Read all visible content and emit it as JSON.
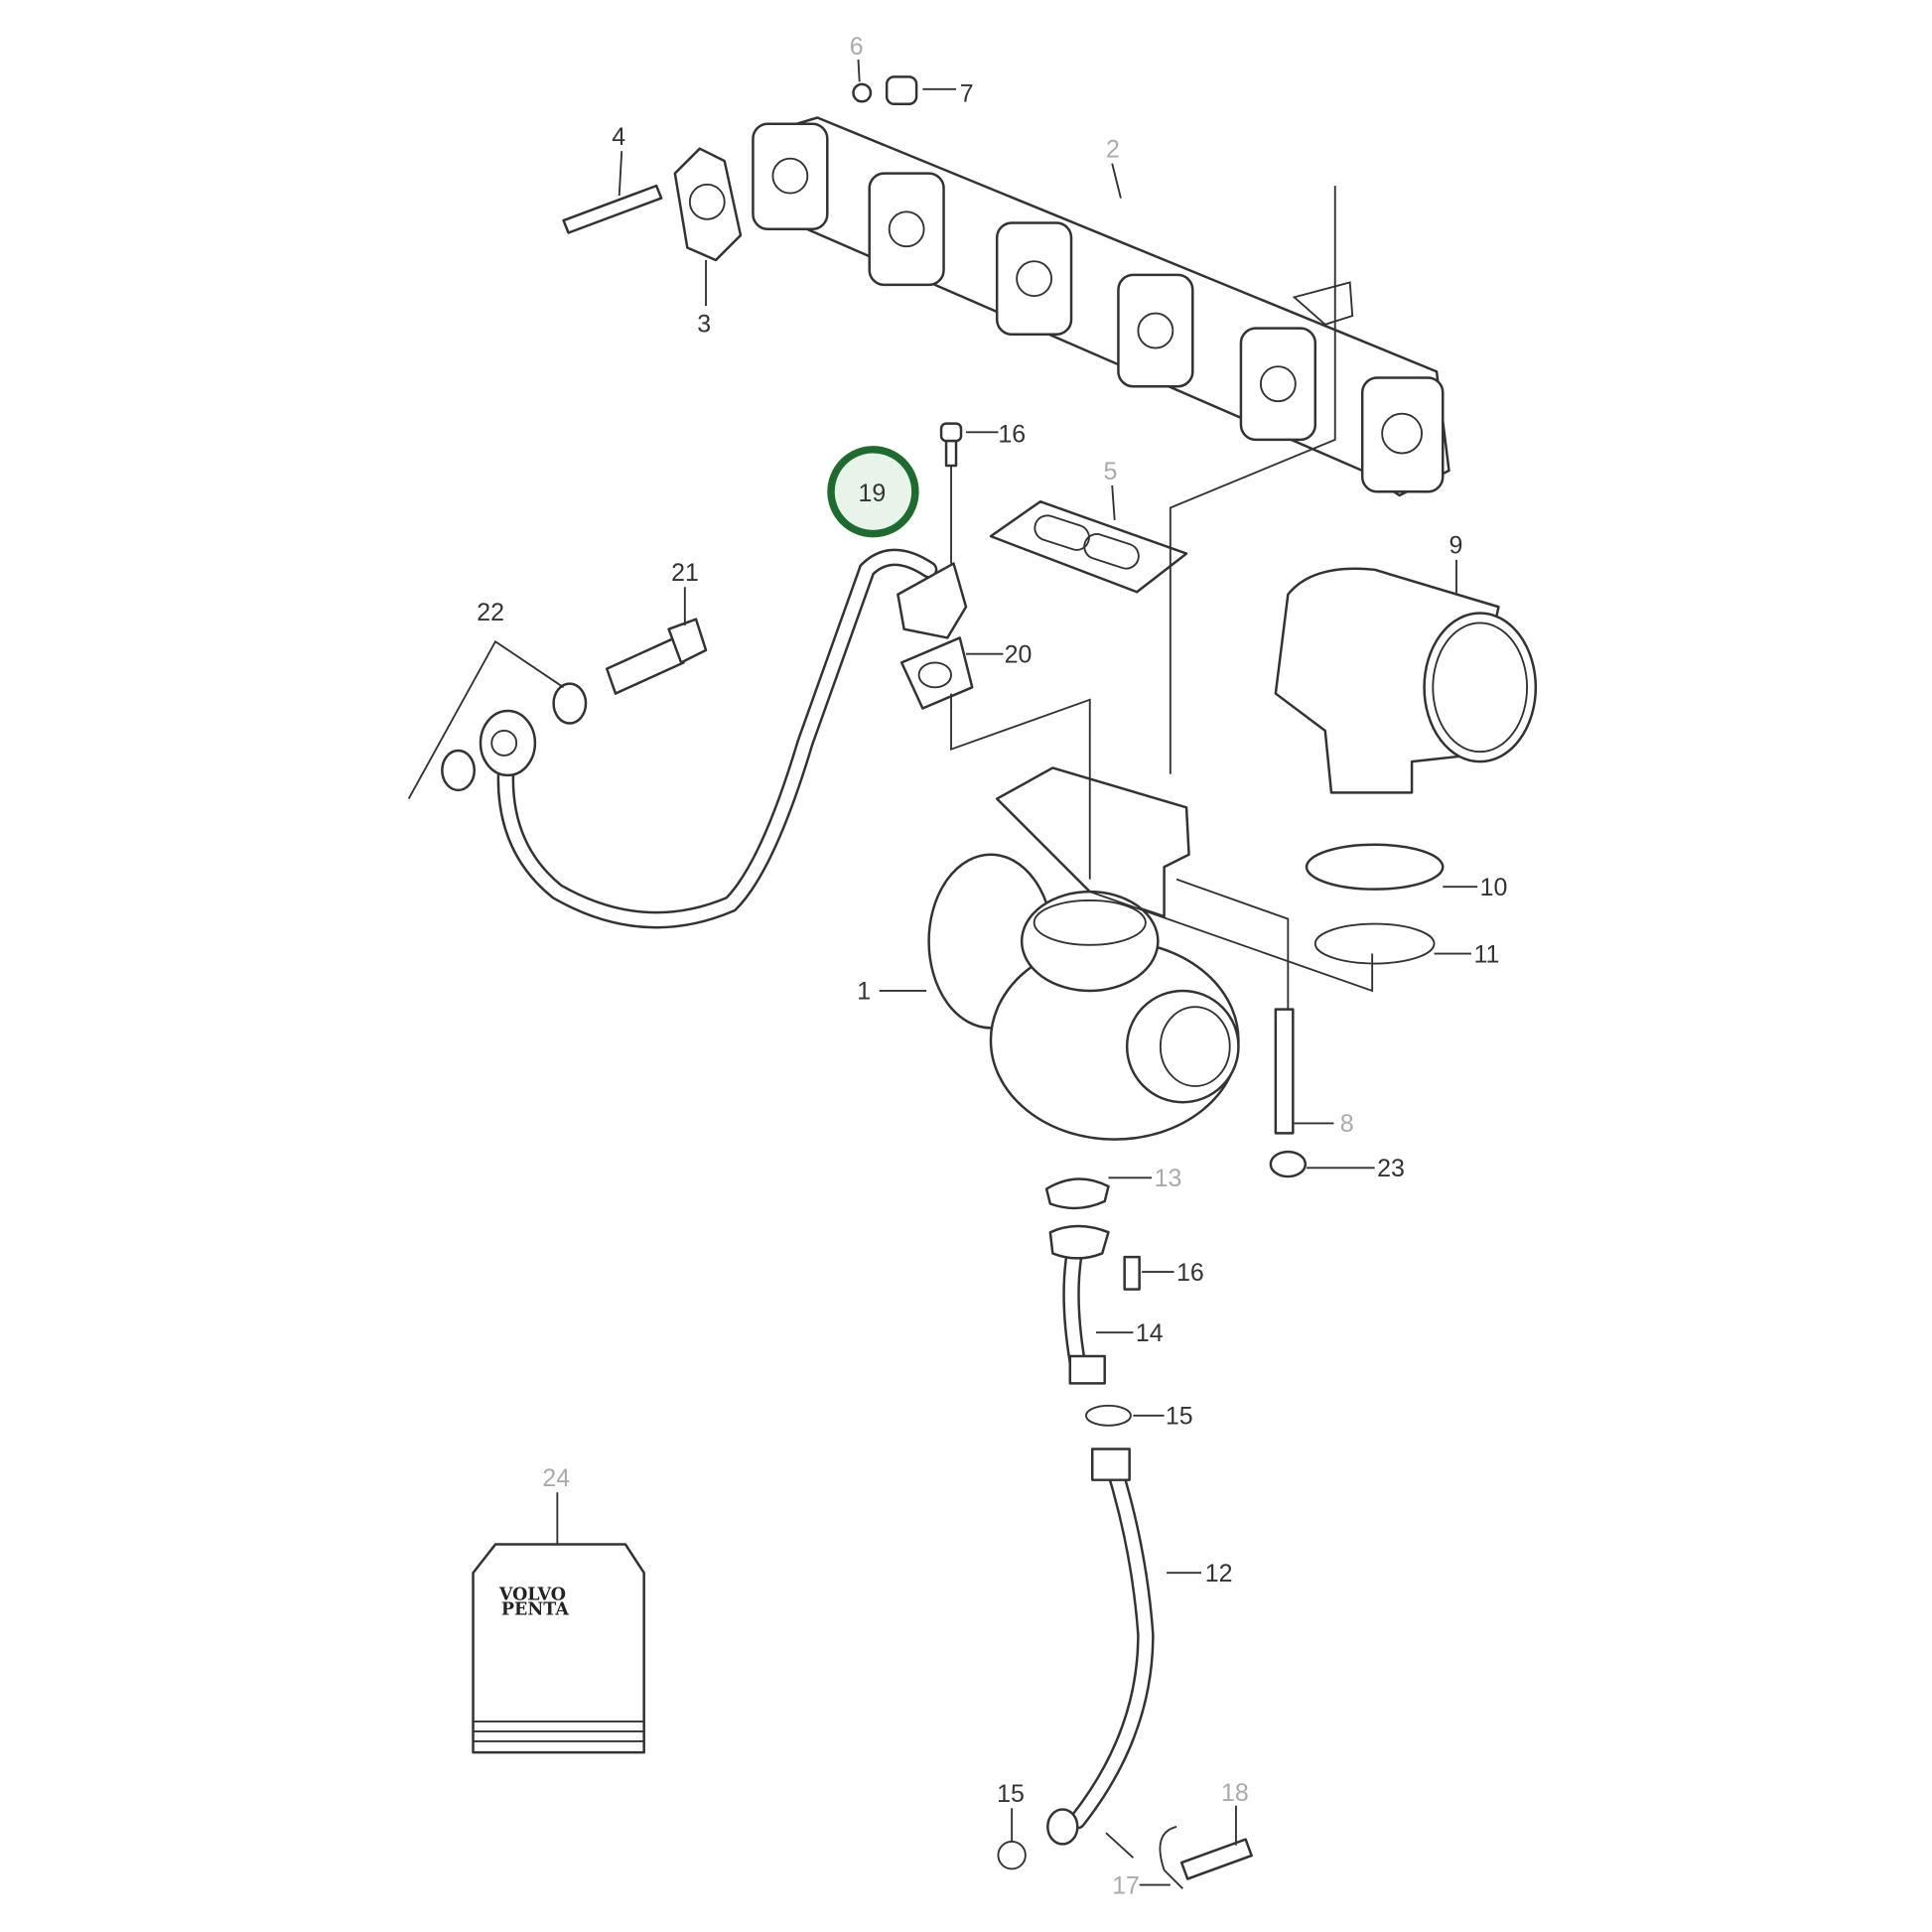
{
  "diagram": {
    "highlighted_part": "19",
    "highlight_color": "#1e6b2e",
    "highlight_fill": "#e8f3ea",
    "logo_text": [
      "VOLVO",
      "PENTA"
    ],
    "callouts": [
      {
        "id": "c6",
        "label": "6"
      },
      {
        "id": "c7",
        "label": "7"
      },
      {
        "id": "c4",
        "label": "4"
      },
      {
        "id": "c2",
        "label": "2"
      },
      {
        "id": "c3",
        "label": "3"
      },
      {
        "id": "c16a",
        "label": "16"
      },
      {
        "id": "c5",
        "label": "5"
      },
      {
        "id": "c19",
        "label": "19"
      },
      {
        "id": "c21",
        "label": "21"
      },
      {
        "id": "c22",
        "label": "22"
      },
      {
        "id": "c9",
        "label": "9"
      },
      {
        "id": "c20",
        "label": "20"
      },
      {
        "id": "c10",
        "label": "10"
      },
      {
        "id": "c11",
        "label": "11"
      },
      {
        "id": "c1",
        "label": "1"
      },
      {
        "id": "c8",
        "label": "8"
      },
      {
        "id": "c23",
        "label": "23"
      },
      {
        "id": "c13",
        "label": "13"
      },
      {
        "id": "c16b",
        "label": "16"
      },
      {
        "id": "c14",
        "label": "14"
      },
      {
        "id": "c15a",
        "label": "15"
      },
      {
        "id": "c24",
        "label": "24"
      },
      {
        "id": "c12",
        "label": "12"
      },
      {
        "id": "c15b",
        "label": "15"
      },
      {
        "id": "c18",
        "label": "18"
      },
      {
        "id": "c17",
        "label": "17"
      }
    ]
  }
}
